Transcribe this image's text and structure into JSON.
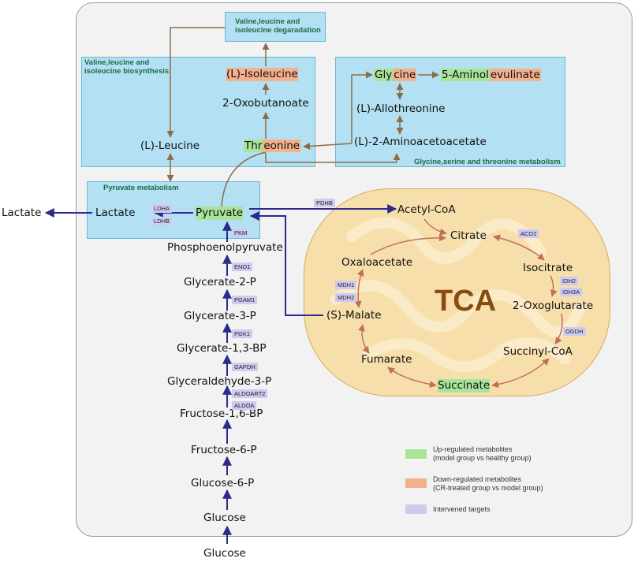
{
  "colors": {
    "up": "#a9e49a",
    "down": "#f5b08c",
    "target": "#cfcaf0",
    "pathway_box": "#b3e1f3",
    "pathway_label": "#1c6a45",
    "glycolysis_arrow": "#2c2a8c",
    "tca_arrow": "#c0705a",
    "amino_arrow": "#8a6d4a",
    "tca_label": "#8a4b12"
  },
  "boxes": {
    "degradation": "Valine,leucine and\nisoleucine degaradation",
    "biosynthesis": "Valine,leucine and\nisoleucine biosynthesis",
    "glycine": "Glycine,serine and threonine metabolism",
    "pyruvate": "Pyruvate metabolism"
  },
  "tca_label": "TCA",
  "metabolites": {
    "isoleucine": "(L)-Isoleucine",
    "oxobutanoate": "2-Oxobutanoate",
    "leucine": "(L)-Leucine",
    "threonine": "Threonine",
    "glycine_a": "Gly",
    "glycine_b": "cine",
    "ala_a": "5-Aminol",
    "ala_b": "evulinate",
    "allothreonine": "(L)-Allothreonine",
    "aminoacetoacetate": "(L)-2-Aminoacetoacetate",
    "pyruvate": "Pyruvate",
    "lactate_in": "Lactate",
    "lactate_out": "Lactate",
    "acetylcoa": "Acetyl-CoA",
    "citrate": "Citrate",
    "isocitrate": "Isocitrate",
    "oxoglutarate": "2-Oxoglutarate",
    "succinylcoa": "Succinyl-CoA",
    "succinate": "Succinate",
    "fumarate": "Fumarate",
    "malate": "(S)-Malate",
    "oxaloacetate": "Oxaloacetate",
    "pep": "Phosphoenolpyruvate",
    "g2p": "Glycerate-2-P",
    "g3p": "Glycerate-3-P",
    "g13bp": "Glycerate-1,3-BP",
    "gap": "Glyceraldehyde-3-P",
    "f16bp": "Fructose-1,6-BP",
    "f6p": "Fructose-6-P",
    "g6p": "Glucose-6-P",
    "glucose_in": "Glucose",
    "glucose_out": "Glucose"
  },
  "enzymes": {
    "ldha": "LDHA",
    "ldhb": "LDHB",
    "pdhb": "PDHB",
    "pkm": "PKM",
    "eno1": "ENO1",
    "pgam1": "PGAM1",
    "pgk1": "PGK1",
    "gapdh": "GAPDH",
    "aldoart2": "ALDOART2",
    "aldoa": "ALDOA",
    "aco2": "ACO2",
    "idh2": "IDH2",
    "idh3a": "IDH3A",
    "ogdh": "OGDH",
    "mdh1": "MDH1",
    "mdh2": "MDH2"
  },
  "legend": {
    "up": "Up-regulated metabolites\n(model group vs healthy group)",
    "down": "Down-regulated metabolites\n(CR-treated group vs model group)",
    "target": "Intervened  targets"
  }
}
